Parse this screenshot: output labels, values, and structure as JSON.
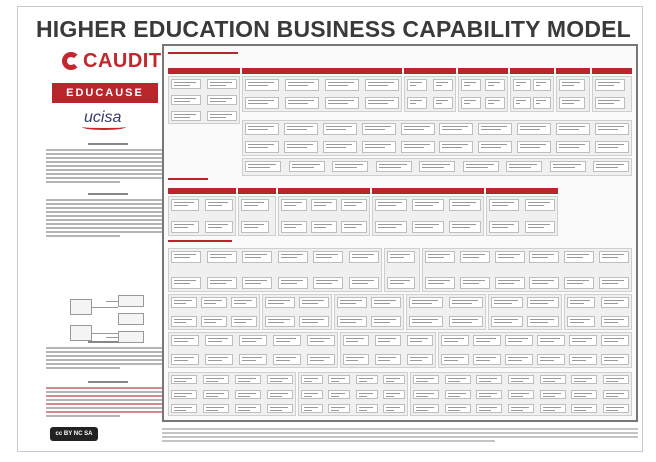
{
  "poster": {
    "title": "HIGHER EDUCATION BUSINESS CAPABILITY MODEL"
  },
  "logos": {
    "caudit": "CAUDIT",
    "educause": "EDUCAUSE",
    "ucisa": "ucisa"
  },
  "license_badge": "cc BY NC SA",
  "colors": {
    "accent": "#b8262c",
    "frame": "#777777",
    "panel": "#f0f0f0"
  }
}
